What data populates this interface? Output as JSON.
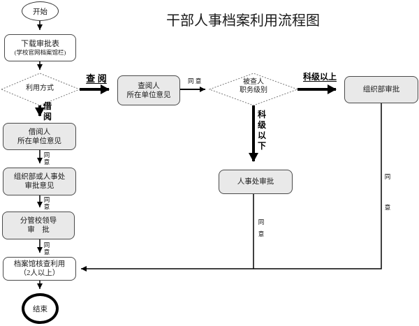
{
  "title": "干部人事档案利用流程图",
  "nodes": {
    "start": {
      "label": "开始"
    },
    "download": {
      "line1": "下载审批表",
      "line2": "(学校官网档案馆栏)"
    },
    "usage_mode": {
      "label": "利用方式"
    },
    "borrower_unit": {
      "line1": "借阅人",
      "line2": "所在单位意见"
    },
    "org_or_hr": {
      "line1": "组织部或人事处",
      "line2": "审批意见"
    },
    "school_leader": {
      "line1": "分管校领导",
      "line2": "审　批"
    },
    "archive_check": {
      "line1": "档案馆核查利用",
      "line2": "（2人以上）"
    },
    "end": {
      "label": "结束"
    },
    "consult_unit": {
      "line1": "查阅人",
      "line2": "所在单位意见"
    },
    "person_level": {
      "line1": "被查人",
      "line2": "职务级别"
    },
    "org_approve": {
      "label": "组织部审批"
    },
    "hr_approve": {
      "label": "人事处审批"
    }
  },
  "edge_labels": {
    "consult": "查 阅",
    "borrow": "借阅",
    "agree_after_borrower": "同意",
    "agree_after_org_hr": "同意",
    "agree_after_leader": "同意",
    "agree_consult": "同 意",
    "level_above": "科级以上",
    "level_below": "科级以下",
    "agree_hr_line": "同意",
    "agree_org_line": "同意"
  },
  "colors": {
    "node_fill": "#e9e9e9",
    "node_border": "#4a4a4a",
    "line": "#000000",
    "text": "#1a1a1a",
    "background": "#ffffff"
  }
}
